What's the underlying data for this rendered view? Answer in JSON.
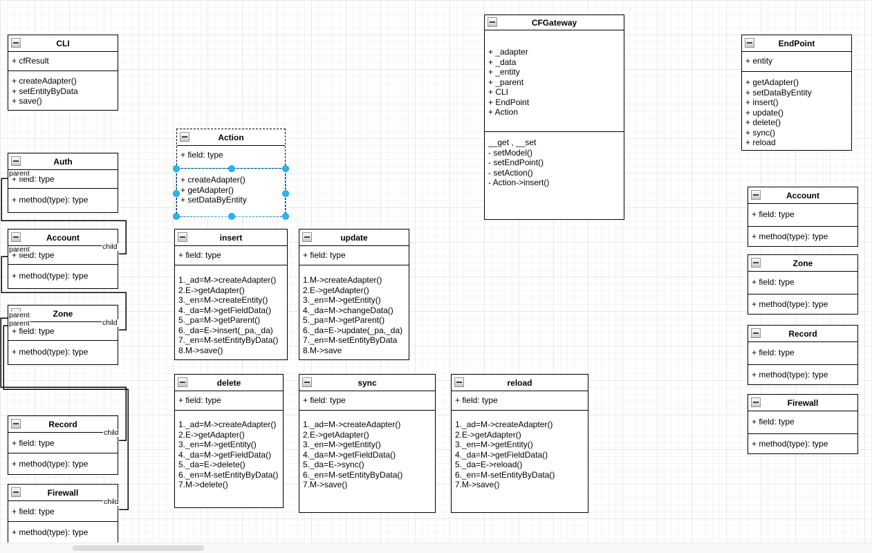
{
  "app": {
    "view": "diagram-canvas"
  },
  "colors": {
    "selection_accent": "#29B6F2",
    "edge": "#000000",
    "box_border": "#000000",
    "box_fill": "#FFFFFF",
    "grid_minor": "#F4F4F4",
    "grid_major": "#E8E8E8"
  },
  "icons": {
    "collapse": "minus-square"
  },
  "edge_labels": {
    "parent": "parent",
    "child": "child"
  },
  "classes": {
    "cli": {
      "title": "CLI",
      "fields": [
        "+ cfResult"
      ],
      "methods": [
        "+ createAdapter()",
        "+ setEntityByData",
        "+ save()"
      ]
    },
    "auth": {
      "title": "Auth",
      "fields": [
        "+ field: type"
      ],
      "methods": [
        "+ method(type): type"
      ]
    },
    "account_left": {
      "title": "Account",
      "fields": [
        "+ field: type"
      ],
      "methods": [
        "+ method(type): type"
      ]
    },
    "zone_left": {
      "title": "Zone",
      "fields": [
        "+ field: type"
      ],
      "methods": [
        "+ method(type): type"
      ]
    },
    "record_left": {
      "title": "Record",
      "fields": [
        "+ field: type"
      ],
      "methods": [
        "+ method(type): type"
      ]
    },
    "firewall_left": {
      "title": "Firewall",
      "fields": [
        "+ field: type"
      ],
      "methods": [
        "+ method(type): type"
      ]
    },
    "action": {
      "title": "Action",
      "fields": [
        "+ field: type"
      ],
      "methods": [
        "+ createAdapter()",
        "+ getAdapter()",
        "+ setDataByEntity"
      ]
    },
    "cfgateway": {
      "title": "CFGateway",
      "fields": [
        "+ _adapter",
        "+ _data",
        "+ _entity",
        "+ _parent",
        "+ CLI",
        "+ EndPoint",
        "+ Action"
      ],
      "methods": [
        "__get , __set",
        "- setModel()",
        "- setEndPoint()",
        "- setAction()",
        "- Action->insert()"
      ]
    },
    "endpoint": {
      "title": "EndPoint",
      "fields": [
        "+  entity"
      ],
      "methods": [
        "+ getAdapter()",
        "+ setDataByEntity",
        "+ insert()",
        "+ update()",
        "+ delete()",
        "+ sync()",
        "+ reload"
      ]
    },
    "insert": {
      "title": "insert",
      "fields": [
        "+ field: type"
      ],
      "methods": [
        "1._ad=M->createAdapter()",
        "2.E->getAdapter()",
        "3._en=M->createEntity()",
        "4._da=M->getFieldData()",
        "5._pa=M->getParent()",
        "6._da=E->insert(_pa,_da)",
        "7._en=M-setEntityByData()",
        "8.M->save()"
      ]
    },
    "update": {
      "title": "update",
      "fields": [
        "+ field: type"
      ],
      "methods": [
        "1.M->createAdapter()",
        "2.E->getAdapter()",
        "3._en=M->getEntity()",
        "4._da=M->changeData()",
        "5._pa=M->getParent()",
        "6._da=E->update(_pa,_da)",
        "7._en=M-setEntityByData",
        "8.M->save"
      ]
    },
    "delete": {
      "title": "delete",
      "fields": [
        "+ field: type"
      ],
      "methods": [
        "1._ad=M->createAdapter()",
        "2.E->getAdapter()",
        "3._en=M->getEntity()",
        "4._da=M->getFieldData()",
        "5._da=E->delete()",
        "6._en=M-setEntityByData()",
        "7.M->delete()"
      ]
    },
    "sync": {
      "title": "sync",
      "fields": [
        "+ field: type"
      ],
      "methods": [
        "1._ad=M->createAdapter()",
        "2.E->getAdapter()",
        "3._en=M->getEntity()",
        "4._da=M->getFieldData()",
        "5._da=E->sync()",
        "6._en=M-setEntityByData()",
        "7.M->save()"
      ]
    },
    "reload": {
      "title": "reload",
      "fields": [
        "+ field: type"
      ],
      "methods": [
        "1._ad=M->createAdapter()",
        "2.E->getAdapter()",
        "3._en=M->getEntity()",
        "4._da=M->getFieldData()",
        "5._da=E->reload()",
        "6._en=M-setEntityByData()",
        "7.M->save()"
      ]
    },
    "account_right": {
      "title": "Account",
      "fields": [
        "+ field: type"
      ],
      "methods": [
        "+ method(type): type"
      ]
    },
    "zone_right": {
      "title": "Zone",
      "fields": [
        "+ field: type"
      ],
      "methods": [
        "+ method(type): type"
      ]
    },
    "record_right": {
      "title": "Record",
      "fields": [
        "+ field: type"
      ],
      "methods": [
        "+ method(type): type"
      ]
    },
    "firewall_right": {
      "title": "Firewall",
      "fields": [
        "+ field: type"
      ],
      "methods": [
        "+ method(type): type"
      ]
    }
  }
}
